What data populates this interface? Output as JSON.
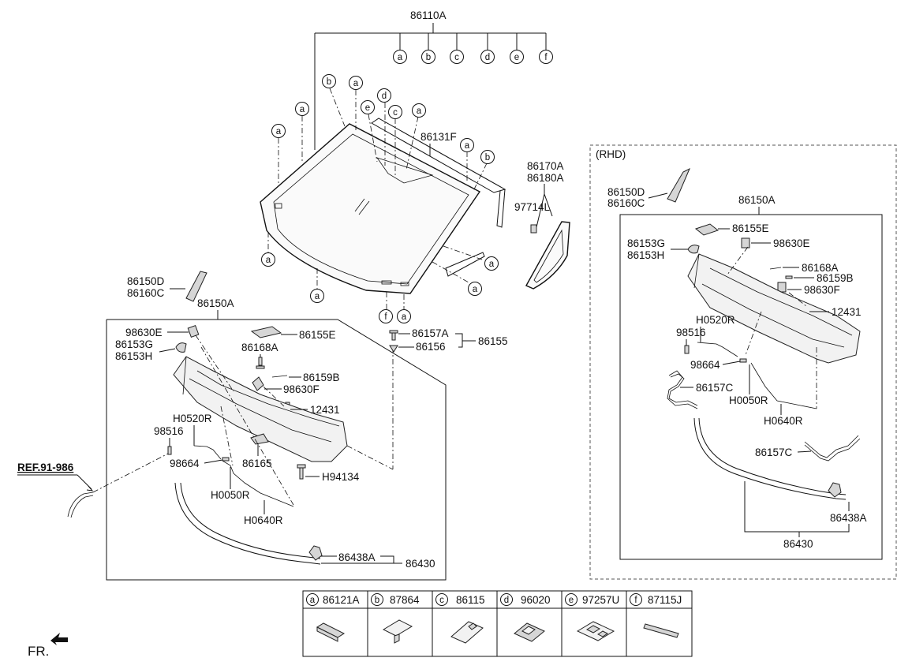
{
  "labels": {
    "windshield": "86110A",
    "molding": "86131F",
    "quarter_glass_1": "86170A",
    "quarter_glass_2": "86180A",
    "quarter_clip": "97714L",
    "lhd": {
      "cover_end_1": "86150D",
      "cover_end_2": "86160C",
      "cowl_top": "86150A",
      "bracket": "98630E",
      "cap_1": "86153G",
      "cap_2": "86153H",
      "seal_cover": "86155E",
      "clip_168": "86168A",
      "clip_159": "86159B",
      "bracket_f": "98630F",
      "screw": "12431",
      "hose_h0520": "H0520R",
      "nozzle": "98516",
      "connector": "98664",
      "grommet": "86165",
      "bolt": "H94134",
      "hose_h0050": "H0050R",
      "hose_h0640": "H0640R",
      "clip_438": "86438A",
      "weatherstrip": "86430",
      "stopper_a": "86157A",
      "stopper": "86156",
      "stopper_set": "86155",
      "ref": "REF.91-986"
    },
    "rhd": {
      "title": "(RHD)",
      "cover_end_1": "86150D",
      "cover_end_2": "86160C",
      "cowl_top": "86150A",
      "seal_cover": "86155E",
      "cap_1": "86153G",
      "cap_2": "86153H",
      "bracket": "98630E",
      "clip_168": "86168A",
      "clip_159": "86159B",
      "bracket_f": "98630F",
      "screw": "12431",
      "hose_h0520": "H0520R",
      "nozzle": "98516",
      "connector": "98664",
      "hose_c": "86157C",
      "hose_h0050": "H0050R",
      "hose_h0640": "H0640R",
      "hose_c2": "86157C",
      "clip_438": "86438A",
      "weatherstrip": "86430"
    },
    "fr": "FR."
  },
  "callouts": [
    "a",
    "b",
    "c",
    "d",
    "e",
    "f"
  ],
  "legend": [
    {
      "letter": "a",
      "part": "86121A"
    },
    {
      "letter": "b",
      "part": "87864"
    },
    {
      "letter": "c",
      "part": "86115"
    },
    {
      "letter": "d",
      "part": "96020"
    },
    {
      "letter": "e",
      "part": "97257U"
    },
    {
      "letter": "f",
      "part": "87115J"
    }
  ]
}
